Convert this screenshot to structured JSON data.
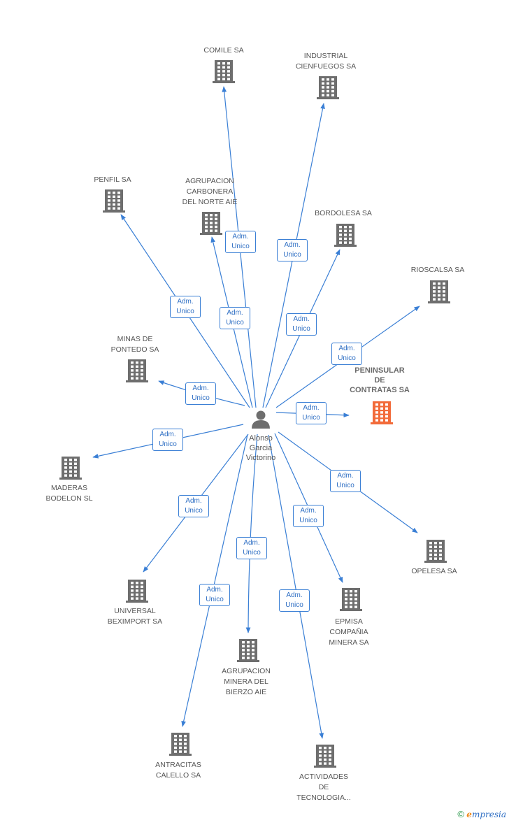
{
  "colors": {
    "edge": "#3a7fd5",
    "building": "#6e6e6e",
    "focus_building": "#f26b3a",
    "person": "#6e6e6e"
  },
  "person": {
    "label": "Alonso\nGarcia\nVictorino",
    "icon": "person-icon"
  },
  "companies": [
    {
      "id": "comile",
      "label": "COMILE SA",
      "focus": false,
      "role": "Adm.\nUnico"
    },
    {
      "id": "industrial",
      "label": "INDUSTRIAL\nCIENFUEGOS SA",
      "focus": false,
      "role": "Adm.\nUnico"
    },
    {
      "id": "penfil",
      "label": "PENFIL SA",
      "focus": false,
      "role": "Adm.\nUnico"
    },
    {
      "id": "agrupacion-c",
      "label": "AGRUPACION\nCARBONERA\nDEL NORTE AIE",
      "focus": false,
      "role": "Adm.\nUnico"
    },
    {
      "id": "bordolesa",
      "label": "BORDOLESA SA",
      "focus": false,
      "role": "Adm.\nUnico"
    },
    {
      "id": "rioscalsa",
      "label": "RIOSCALSA SA",
      "focus": false,
      "role": "Adm.\nUnico"
    },
    {
      "id": "minas",
      "label": "MINAS DE\nPONTEDO SA",
      "focus": false,
      "role": "Adm.\nUnico"
    },
    {
      "id": "peninsular",
      "label": "PENINSULAR\nDE\nCONTRATAS SA",
      "focus": true,
      "role": "Adm.\nUnico"
    },
    {
      "id": "maderas",
      "label": "MADERAS\nBODELON SL",
      "focus": false,
      "role": "Adm.\nUnico"
    },
    {
      "id": "opelesa",
      "label": "OPELESA SA",
      "focus": false,
      "role": "Adm.\nUnico"
    },
    {
      "id": "universal",
      "label": "UNIVERSAL\nBEXIMPORT SA",
      "focus": false,
      "role": "Adm.\nUnico"
    },
    {
      "id": "epmisa",
      "label": "EPMISA\nCOMPAÑIA\nMINERA SA",
      "focus": false,
      "role": "Adm.\nUnico"
    },
    {
      "id": "agrupacion-m",
      "label": "AGRUPACION\nMINERA DEL\nBIERZO AIE",
      "focus": false,
      "role": "Adm.\nUnico"
    },
    {
      "id": "antracitas",
      "label": "ANTRACITAS\nCALELLO SA",
      "focus": false,
      "role": "Adm.\nUnico"
    },
    {
      "id": "actividades",
      "label": "ACTIVIDADES\nDE\nTECNOLOGIA...",
      "focus": false,
      "role": "Adm.\nUnico"
    }
  ],
  "footer": {
    "copyright": "©",
    "brand_initial": "e",
    "brand_rest": "mpresia"
  }
}
